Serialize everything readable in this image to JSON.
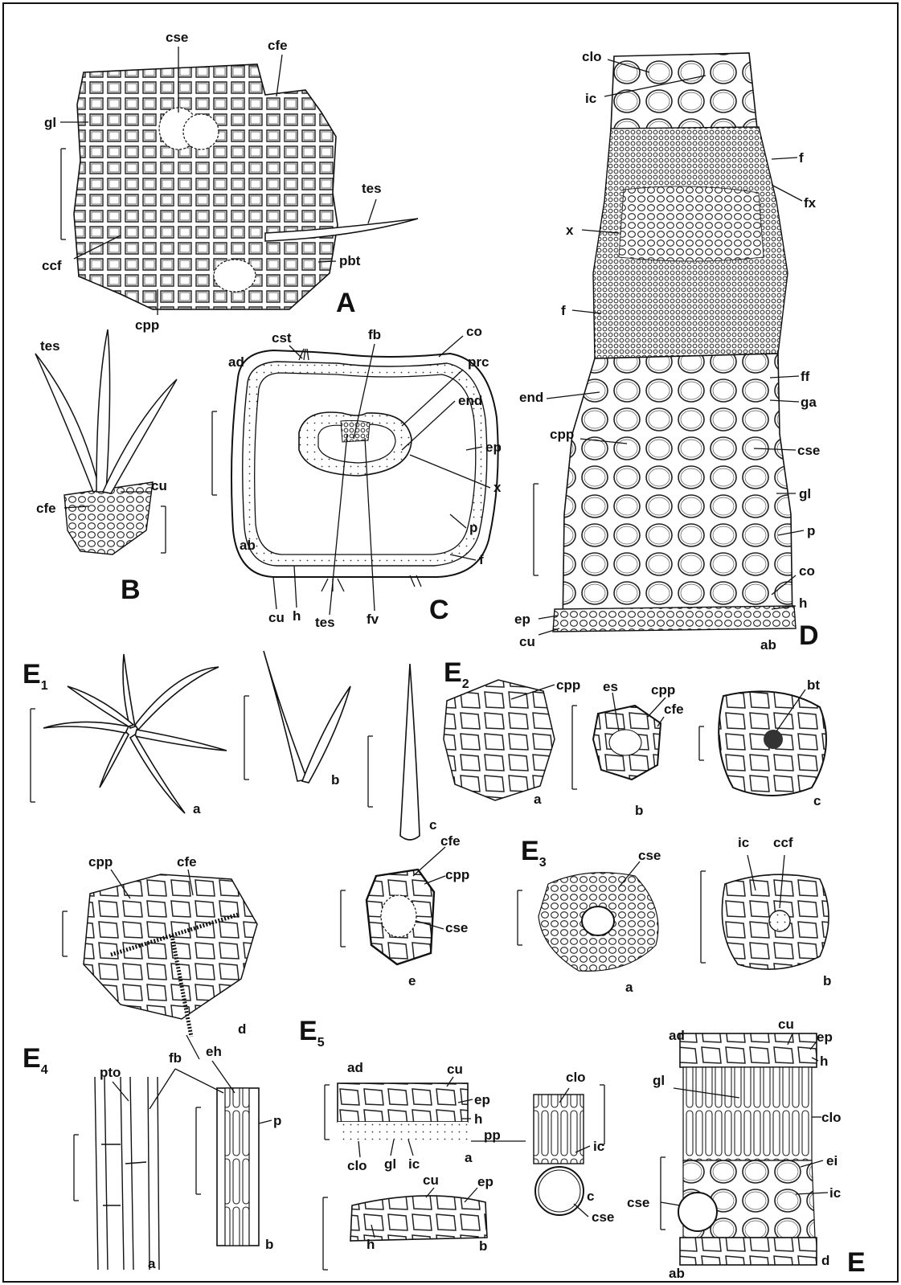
{
  "panels": {
    "A": {
      "letter": "A",
      "labels": [
        "cse",
        "cfe",
        "gl",
        "tes",
        "ccf",
        "pbt",
        "cpp"
      ]
    },
    "B": {
      "letter": "B",
      "labels": [
        "tes",
        "cu",
        "cfe"
      ]
    },
    "C": {
      "letter": "C",
      "labels": [
        "cst",
        "fb",
        "co",
        "prc",
        "ad",
        "end",
        "ep",
        "x",
        "p",
        "f",
        "ab",
        "cu",
        "h",
        "tes",
        "fv"
      ]
    },
    "D": {
      "letter": "D",
      "labels": [
        "clo",
        "ic",
        "f",
        "fx",
        "x",
        "f",
        "ff",
        "end",
        "ga",
        "cpp",
        "cse",
        "gl",
        "p",
        "co",
        "h",
        "ep",
        "cu",
        "ab"
      ]
    },
    "E1": {
      "letter": "E",
      "index": "1",
      "parts": [
        "a",
        "b",
        "c"
      ]
    },
    "E2": {
      "letter": "E",
      "index": "2",
      "labels": [
        "cpp",
        "cpp",
        "es",
        "cfe",
        "bt",
        "cfe",
        "cpp",
        "cse"
      ],
      "parts": [
        "a",
        "b",
        "c",
        "d",
        "e"
      ]
    },
    "E3": {
      "letter": "E",
      "index": "3",
      "labels": [
        "cse",
        "ic",
        "ccf"
      ],
      "parts": [
        "a",
        "b"
      ]
    },
    "E4": {
      "letter": "E",
      "index": "4",
      "labels": [
        "pto",
        "fb",
        "eh",
        "p"
      ],
      "parts": [
        "a",
        "b"
      ]
    },
    "E5": {
      "letter": "E",
      "index": "5",
      "labels": [
        "ad",
        "cu",
        "ep",
        "h",
        "pp",
        "clo",
        "gl",
        "ic",
        "clo",
        "ic",
        "cse",
        "cu",
        "ep",
        "h"
      ],
      "parts": [
        "a",
        "b",
        "c"
      ]
    },
    "E": {
      "letter": "E",
      "labels": [
        "ad",
        "cu",
        "ep",
        "h",
        "gl",
        "clo",
        "ei",
        "cse",
        "ic",
        "ab"
      ],
      "parts": [
        "d"
      ]
    }
  }
}
